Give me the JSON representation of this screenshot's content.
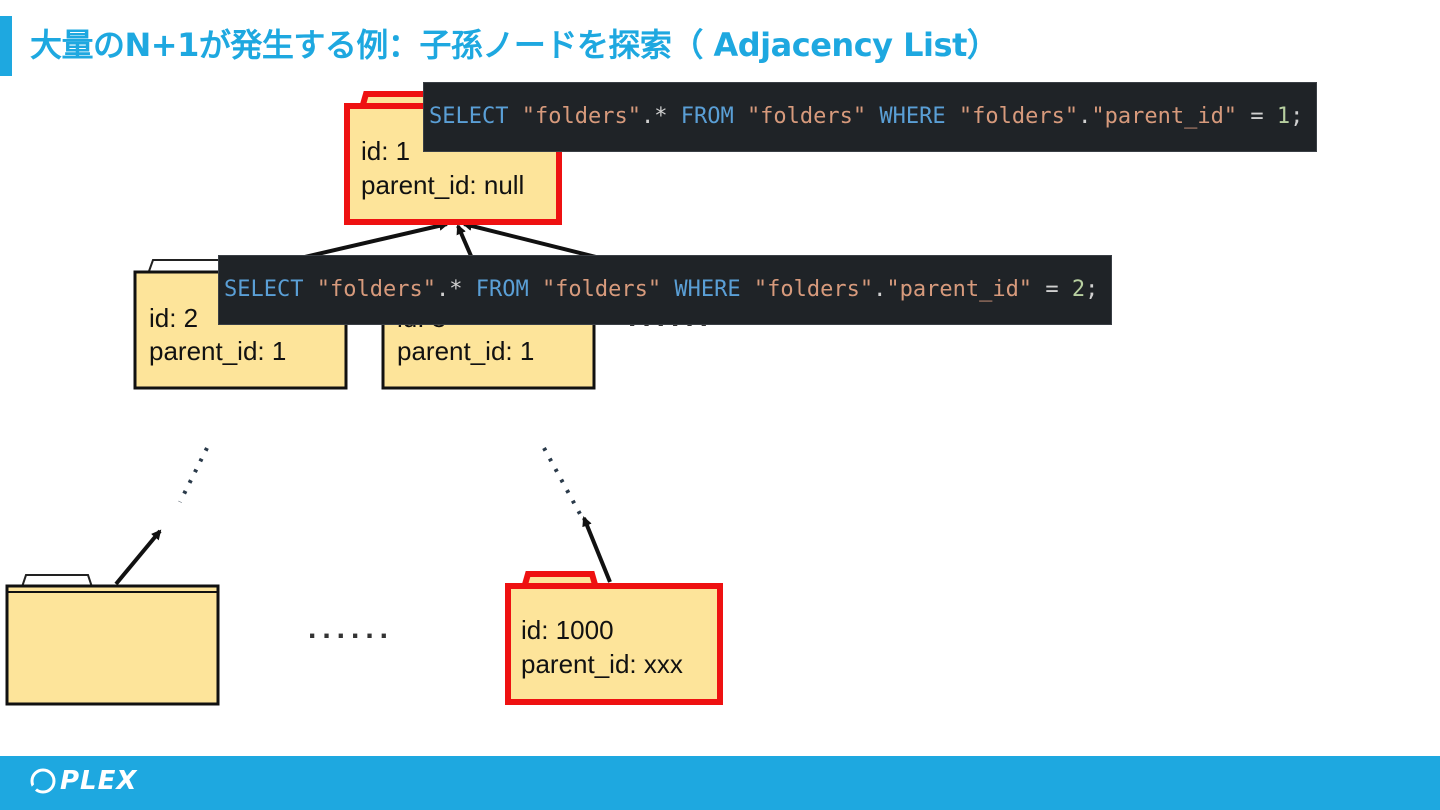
{
  "title": "大量のN+1が発生する例：子孫ノードを探索（ Adjacency List）",
  "nodes": {
    "root": {
      "id_text": "id: 1",
      "parent_text": "parent_id: null"
    },
    "child_a": {
      "id_text": "id: 2",
      "parent_text": "parent_id: 1"
    },
    "child_b": {
      "id_text": "id: 3",
      "parent_text": "parent_id: 1"
    },
    "leaf": {
      "id_text": "id: 1000",
      "parent_text": "parent_id: xxx"
    }
  },
  "queries": {
    "q1": {
      "select": "SELECT",
      "table1": "\"folders\"",
      "star": ".*",
      "from": "FROM",
      "table2": "\"folders\"",
      "where": "WHERE",
      "table3": "\"folders\"",
      "dot": ".",
      "column": "\"parent_id\"",
      "eq": "=",
      "value": "1",
      "semi": ";"
    },
    "q2": {
      "select": "SELECT",
      "table1": "\"folders\"",
      "star": ".*",
      "from": "FROM",
      "table2": "\"folders\"",
      "where": "WHERE",
      "table3": "\"folders\"",
      "dot": ".",
      "column": "\"parent_id\"",
      "eq": "=",
      "value": "2",
      "semi": ";"
    }
  },
  "ellipsis_mid": "......",
  "ellipsis_bottom": "......",
  "footer": {
    "logo": "PLEX"
  },
  "colors": {
    "accent": "#1ea8e0",
    "folder_fill": "#fde49a",
    "highlight": "#ee1111"
  }
}
